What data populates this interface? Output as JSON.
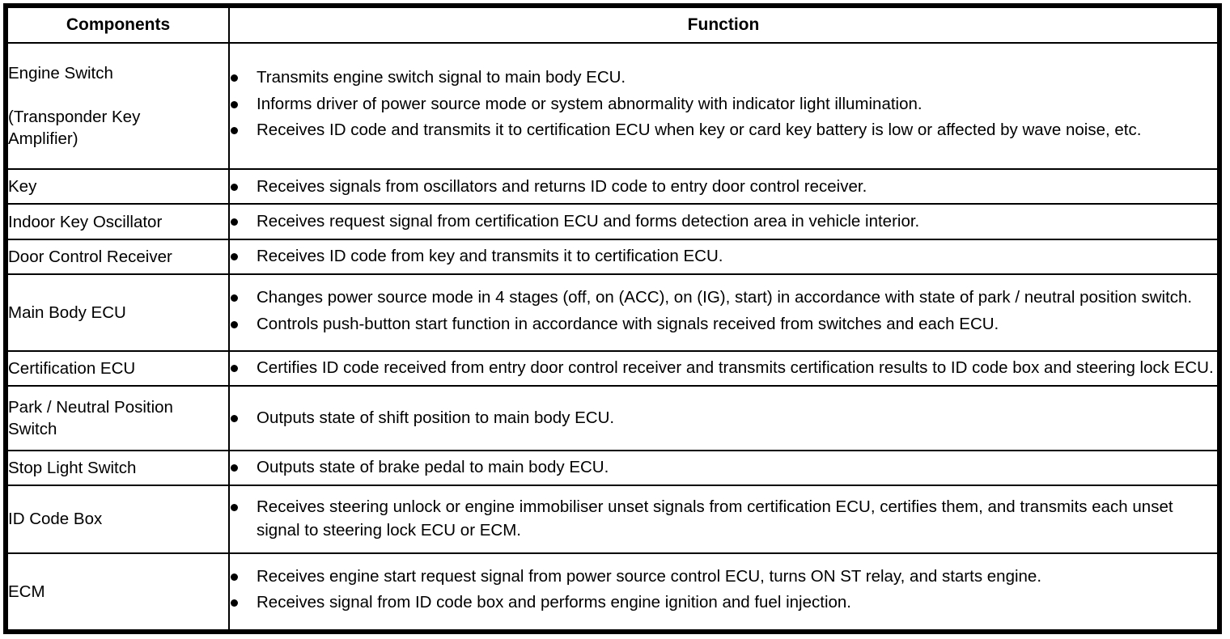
{
  "table": {
    "headers": {
      "components": "Components",
      "function": "Function"
    },
    "rows": [
      {
        "component": "Engine Switch\n\n(Transponder Key\nAmplifier)",
        "bullets": [
          "Transmits engine switch signal to main body ECU.",
          "Informs driver of power source mode or system abnormality with indicator light illumination.",
          "Receives ID code and transmits it to certification ECU when key or card key battery is low or affected by wave noise, etc."
        ]
      },
      {
        "component": "Key",
        "bullets": [
          "Receives signals from oscillators and returns ID code to entry door control receiver."
        ]
      },
      {
        "component": "Indoor Key Oscillator",
        "bullets": [
          "Receives request signal from certification ECU and forms detection area in vehicle interior."
        ]
      },
      {
        "component": "Door Control Receiver",
        "bullets": [
          "Receives ID code from key and transmits it to certification ECU."
        ]
      },
      {
        "component": "Main Body ECU",
        "bullets": [
          "Changes power source mode in 4 stages (off, on (ACC), on (IG), start) in accordance with state of park / neutral position switch.",
          "Controls push-button start function in accordance with signals received from switches and each ECU."
        ]
      },
      {
        "component": "Certification ECU",
        "bullets": [
          "Certifies ID code received from entry door control receiver and transmits certification results to ID code box and steering lock ECU."
        ]
      },
      {
        "component": "Park / Neutral Position\nSwitch",
        "bullets": [
          "Outputs state of shift position to main body ECU."
        ]
      },
      {
        "component": "Stop Light Switch",
        "bullets": [
          "Outputs state of brake pedal to main body ECU."
        ]
      },
      {
        "component": "ID Code Box",
        "bullets": [
          "Receives steering unlock or engine immobiliser unset signals from certification ECU, certifies them, and transmits each unset signal to steering lock ECU or ECM."
        ]
      },
      {
        "component": "ECM",
        "bullets": [
          "Receives engine start request signal from power source control ECU, turns ON ST relay, and starts engine.",
          "Receives signal from ID code box and performs engine ignition and fuel injection."
        ]
      }
    ]
  },
  "colors": {
    "border": "#000000",
    "text": "#000000",
    "background": "#ffffff"
  }
}
